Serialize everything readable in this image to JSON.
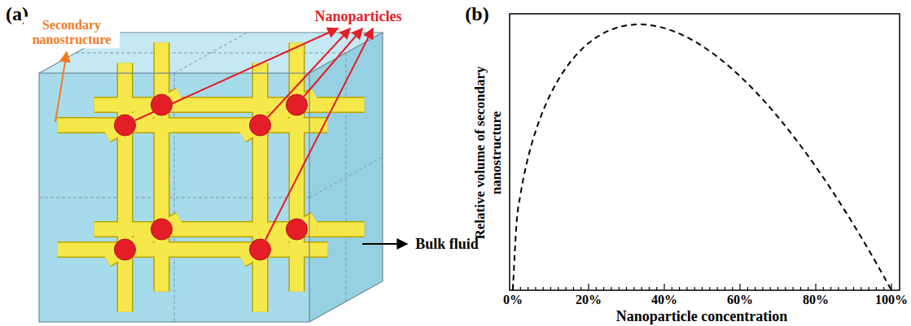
{
  "diagram": {
    "labels": [
      "(a)",
      "Secondary nanostructure",
      "Nanoparticles",
      "Bulk fluid",
      "(b)",
      "Relative volume of secondary nanostructure",
      "Nanoparticle concentration",
      "0%",
      "20%",
      "40%",
      "60%",
      "80%",
      "100%"
    ]
  }
}
